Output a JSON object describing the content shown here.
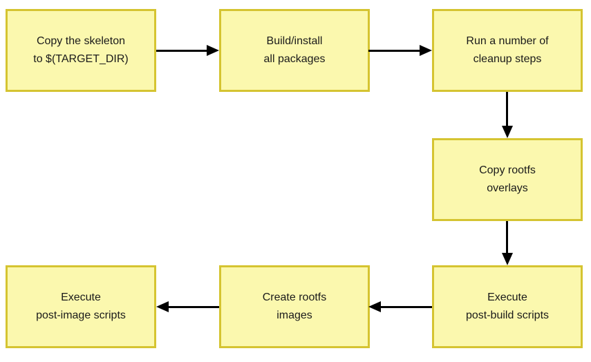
{
  "diagram": {
    "type": "flowchart",
    "nodes": [
      {
        "id": "copy-skeleton",
        "label": "Copy the skeleton\nto $(TARGET_DIR)"
      },
      {
        "id": "build-install",
        "label": "Build/install\nall packages"
      },
      {
        "id": "cleanup-steps",
        "label": "Run a number of\ncleanup steps"
      },
      {
        "id": "copy-overlays",
        "label": "Copy rootfs\noverlays"
      },
      {
        "id": "post-build",
        "label": "Execute\npost-build scripts"
      },
      {
        "id": "create-images",
        "label": "Create rootfs\nimages"
      },
      {
        "id": "post-image",
        "label": "Execute\npost-image scripts"
      }
    ],
    "edges": [
      {
        "from": "copy-skeleton",
        "to": "build-install",
        "direction": "right"
      },
      {
        "from": "build-install",
        "to": "cleanup-steps",
        "direction": "right"
      },
      {
        "from": "cleanup-steps",
        "to": "copy-overlays",
        "direction": "down"
      },
      {
        "from": "copy-overlays",
        "to": "post-build",
        "direction": "down"
      },
      {
        "from": "post-build",
        "to": "create-images",
        "direction": "left"
      },
      {
        "from": "create-images",
        "to": "post-image",
        "direction": "left"
      }
    ],
    "colors": {
      "background": "#ffffff",
      "node_fill": "#fbf8ae",
      "node_border": "#d5c431",
      "arrow": "#000000",
      "text": "#1a1a1a"
    }
  }
}
